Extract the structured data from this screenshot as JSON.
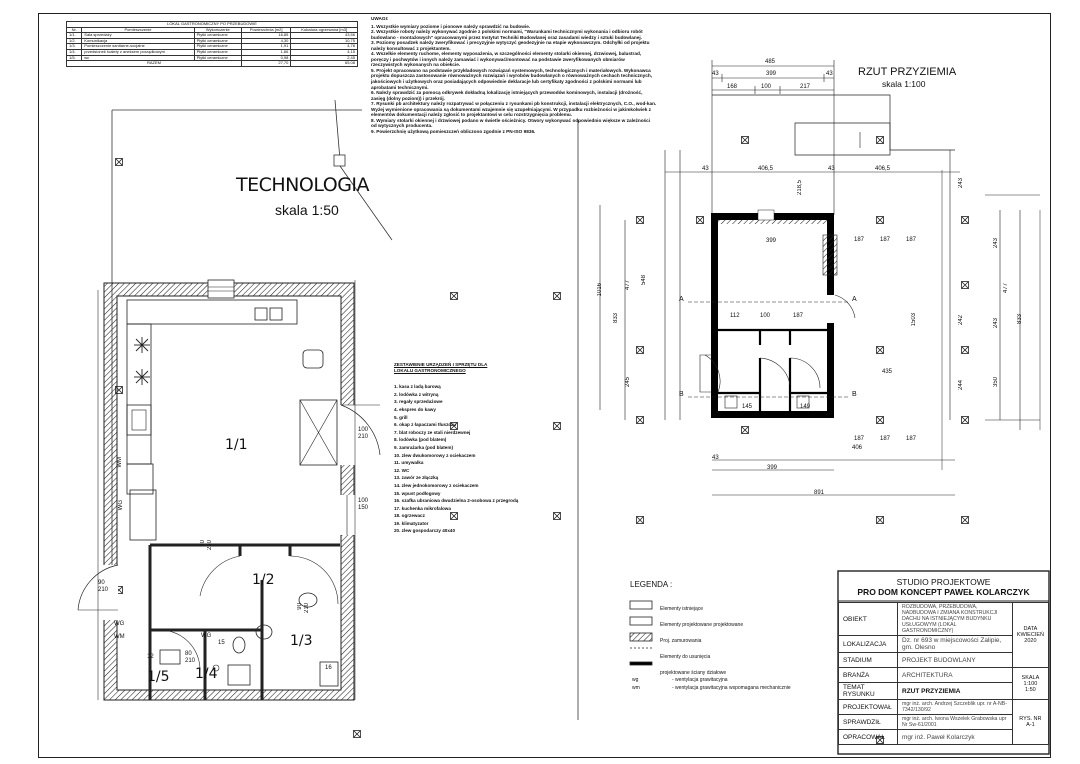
{
  "area_table": {
    "title": "LOKAL GASTRONOMICZNY PO PRZEBUDOWIE",
    "headers": [
      "Nr.",
      "Pomieszczenie",
      "Wykończenie",
      "Powierzchnia [m2]",
      "Kubatura ogrzewana [m3]"
    ],
    "rows": [
      [
        "1/1.",
        "Sala sprzedaży",
        "Płytki ceramiczne",
        "16,85",
        "43,56"
      ],
      [
        "1/2.",
        "Komunikacja",
        "Płytki ceramiczne",
        "4,30",
        "10,75"
      ],
      [
        "1/3.",
        "Pomieszczenie sanitarne-socjalne",
        "Płytki ceramiczne",
        "1,91",
        "4,78"
      ],
      [
        "1/4.",
        "przedsionek toalety z aneksem porządkowym",
        "Płytki ceramiczne",
        "1,66",
        "4,15"
      ],
      [
        "1/5.",
        "wc",
        "Płytki ceramiczne",
        "0,98",
        "2,45"
      ]
    ],
    "total_label": "RAZEM",
    "total_area": "27,70",
    "total_volume": "65,08"
  },
  "notes": {
    "title": "UWAGI:",
    "items": [
      "1. Wszystkie wymiary poziome i pionowe należy sprawdzić na budowie.",
      "2. Wszystkie roboty należy wykonywać zgodnie z polskimi normami, \"Warunkami technicznymi wykonania i odbioru robót budowlano - montażowych\" opracowanymi przez Instytut Techniki Budowlanej oraz zasadami wiedzy i sztuki budowlanej.",
      "3. Poziomy posadzek należy zweryfikować i precyzyjnie wytyczyć geodezyjnie na etapie wykonawczym. Odchyłki od projektu należy konsultować z projektantem.",
      "4. Wszelkie elementy ruchome, elementy wyposażenia, w szczególności elementy stolarki okiennej, drzwiowej, balustrad, poręczy i pochwytów i innych należy zamawiać i wykonywać/montować na podstawie zweryfikowanych obmiarów rzeczywistych wykonanych na obiekcie.",
      "5. Projekt opracowano na podstawie przykładowych rozwiązań systemowych, technologicznych i materiałowych. Wykonawca projektu dopuszcza zastosowanie równoważnych rozwiązań i wyrobów budowlanych o równoważnych cechach technicznych, jakościowych i użytkowych oraz posiadających odpowiednie deklaracje lub certyfikaty zgodności z polskimi normami lub aprobatami technicznymi.",
      "6. Należy sprawdzić za pomocą odkrywek dokładną lokalizację istniejących przewodów kominowych, instalacji (drożność, zasięg (dolny poziom)) i przekrój.",
      "7. Rysunki pb architektury należy rozpatrywać w połączeniu z rysunkami pb konstrukcji, instalacji elektrycznych, C.O., wod-kan. Wyżej wymienione opracowania są dokumentami wzajemnie się uzupełniającymi. W przypadku rozbieżności w jakimkolwiek z elementów dokumentacji należy zgłosić to projektantowi w celu rozstrzygnięcia problemu.",
      "8. Wymiary stolarki okiennej i drzwiowej podano w świetle ościeżnicy. Otwory wykonywać odpowiednio większe w zależności od wytycznych producenta.",
      "9. Powierzchnię użytkową pomieszczeń obliczono zgodnie z PN-ISO 9836."
    ]
  },
  "technology": {
    "title": "TECHNOLOGIA",
    "scale": "skala 1:50"
  },
  "plan": {
    "title": "RZUT PRZYZIEMIA",
    "scale": "skala 1:100"
  },
  "rooms": [
    "1/1",
    "1/2",
    "1/3",
    "1/4",
    "1/5"
  ],
  "equipment": {
    "title": "ZESTAWIENIE URZĄDZEŃ I SPRZĘTU DLA LOKALU GASTRONOMICZNEGO",
    "items": [
      "1. kasa z ladą barową",
      "2. lodówka z witryną",
      "3. regały sprzedażowe",
      "4. ekspres do kawy",
      "5. grill",
      "6. okap z łapaczami tłuszczu",
      "7. blat roboczy ze stali nierdzewnej",
      "8. lodówka (pod blatem)",
      "9. zamrażarka (pod blatem)",
      "10. zlew dwukomorowy z ociekaczem",
      "11. umywalka",
      "12. WC",
      "13. zawór ze złączką",
      "14. zlew jednokomorowy z ociekaczem",
      "15. wpust podłogowy",
      "16. szafka ubraniowa dwudzielna 2-osobowa z przegrodą",
      "17. kuchenka mikrofalowa",
      "18. ogrzewacz",
      "19. klimatyzator",
      "20. zlew gospodarczy 40x40"
    ]
  },
  "legend": {
    "title": "LEGENDA :",
    "items": [
      "Elementy istniejące",
      "Elementy projektowane projektowane",
      "Proj. zamurowania",
      "Elementy do usunięcia",
      "projektowane ściany działowe"
    ],
    "vent": [
      {
        "code": "wg",
        "text": "- wentylacja grawitacyjna"
      },
      {
        "code": "wm",
        "text": "- wentylacja grawitacyjna wspomagana mechanicznie"
      }
    ]
  },
  "title_block": {
    "studio": "STUDIO PROJEKTOWE",
    "company": "PRO DOM KONCEPT PAWEŁ KOLARCZYK",
    "rows": [
      {
        "label": "OBIEKT",
        "value": "ROZBUDOWA, PRZEBUDOWA, NADBUDOWA I ZMIANA KONSTRUKCJI DACHU NA ISTNIEJĄCYM BUDYNKU USŁUGOWYM (LOKAL GASTRONOMICZNY)"
      },
      {
        "label": "LOKALIZACJA",
        "value": "Dz. nr 693 w miejscowości Zalipie, gm. Olesno"
      },
      {
        "label": "STADIUM",
        "value": "PROJEKT BUDOWLANY"
      },
      {
        "label": "BRANŻA",
        "value": "ARCHITEKTURA"
      },
      {
        "label": "TEMAT RYSUNKU",
        "value": "RZUT PRZYZIEMIA"
      },
      {
        "label": "PROJEKTOWAŁ",
        "value": "mgr inż. arch. Andrzej Szczeblik upr. nr A-NB-7342/130/92"
      },
      {
        "label": "SPRAWDZIŁ",
        "value": "mgr inż. arch. Iwona Wszelek Grabowska upr Nr Sw-61/2001"
      },
      {
        "label": "OPRACOWAŁ",
        "value": "mgr inż. Paweł Kolarczyk"
      }
    ],
    "data_label": "DATA",
    "data_value": "KWIECIEŃ 2020",
    "scale_label": "SKALA",
    "scale_values": [
      "1:100",
      "1:50"
    ],
    "drawing_label": "RYS. NR",
    "drawing_value": "A-1"
  },
  "dims_plan": [
    "485",
    "399",
    "43",
    "43",
    "168",
    "100",
    "217",
    "406,5",
    "406,5",
    "43",
    "43",
    "218,5",
    "399",
    "187",
    "187",
    "187",
    "112",
    "100",
    "187",
    "435",
    "145",
    "149",
    "187",
    "187",
    "187",
    "43",
    "399",
    "406",
    "891",
    "1503",
    "1016",
    "833",
    "548",
    "477",
    "245",
    "243",
    "242",
    "244",
    "243",
    "833",
    "477",
    "350",
    "243"
  ],
  "dims_tech": [
    "100",
    "210",
    "100",
    "150",
    "90",
    "210",
    "90",
    "210",
    "90",
    "210",
    "80",
    "210"
  ],
  "plan_marks": [
    "A",
    "A",
    "B",
    "B"
  ],
  "tech_labels": [
    "WM",
    "WG",
    "WG",
    "WM",
    "WG",
    "15",
    "12",
    "16"
  ]
}
